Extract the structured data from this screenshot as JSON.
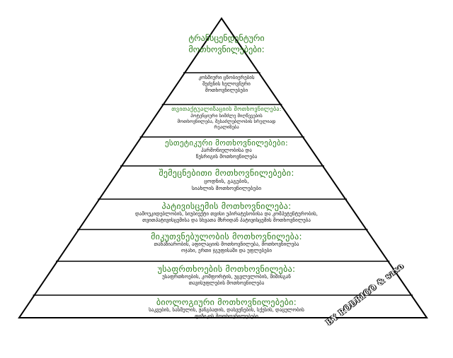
{
  "colors": {
    "title": "#2e7d1e",
    "text": "#111111",
    "line": "#000000"
  },
  "apex": {
    "line1": "ტრანსცენდენტური",
    "line2": "მოთხოვნილებები:"
  },
  "levels": [
    {
      "title": "",
      "lines": [
        "კოსმიური ცნობიერების",
        "შეძენის ხელოვნური",
        "მოთხოვნილებები"
      ]
    },
    {
      "title": "თვითაქტუალიზაციის მოთხოვნილება:",
      "lines": [
        "პოტენციური სიმძლე მიღწევების",
        "მოთხოვნილება, შესაძლებლობის სრულიად",
        "რეალიზება"
      ]
    },
    {
      "title": "ესთეტიკური მოთხოვნილებები:",
      "lines": [
        "ჰარმონიულობისა და",
        "წესრიგის მოთხოვნილება"
      ]
    },
    {
      "title": "შემეცნებითი მოთხოვნილებები:",
      "lines": [
        "ცოდნის, გაგების,",
        "სიახლის მოთხოვნილებები"
      ]
    },
    {
      "title": "პატივისცემის მოთხოვნილება:",
      "lines": [
        "დამოუკიდებლობის, სიუბიექტი თვისი უპირატესობისა და კომპეტენტურობის,",
        "თვითპატივისცემისა და სხვათა მხრიდან პატივისცემის მოთხოვნილება"
      ]
    },
    {
      "title": "მიკუთვნებულობის მოთხოვნილება:",
      "lines": [
        "თანაზიარობის, აფილაციის მოთხოვნილება, მოთხოვნილება",
        "ოჯახი, ერთი ჯგუფისაში და უფლებები"
      ]
    },
    {
      "title": "უსაფრთხოების მოთხოვნილება:",
      "lines": [
        "უსაფრთხოების, კომფორტის, უცვლელობის, შიშისგან",
        "თავისუფლების მოთხოვნილება"
      ]
    },
    {
      "title": "ბიოლოგიური მოთხოვნილებები:",
      "lines": [
        "საკვების, სასმელის, ჟანგბადის, დასვენების, სქესის, დაცულობის",
        "ფიზიკის მოთხოვნილებები"
      ]
    }
  ],
  "watermark": {
    "text": "BY RODRIGO & saxo"
  }
}
